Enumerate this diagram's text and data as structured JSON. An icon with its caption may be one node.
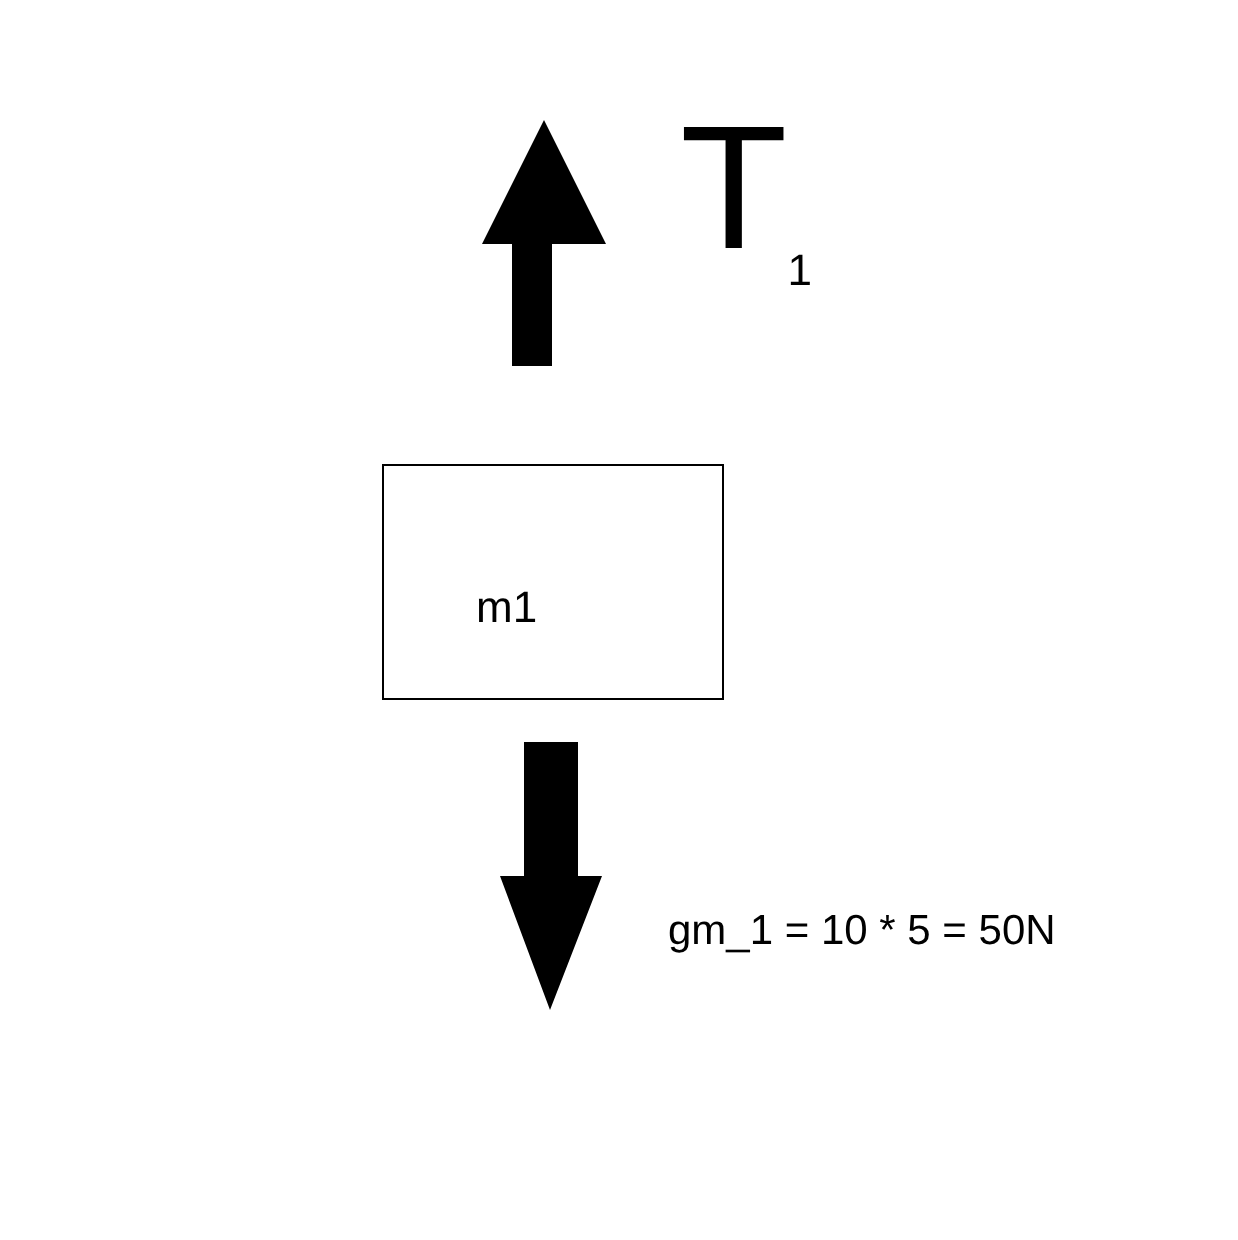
{
  "diagram": {
    "nodes": [
      {
        "text": [
          "m1"
        ]
      }
    ],
    "labels": [
      "T$_{1}$",
      "gm_1 = 10 * 5 = 50N"
    ]
  }
}
